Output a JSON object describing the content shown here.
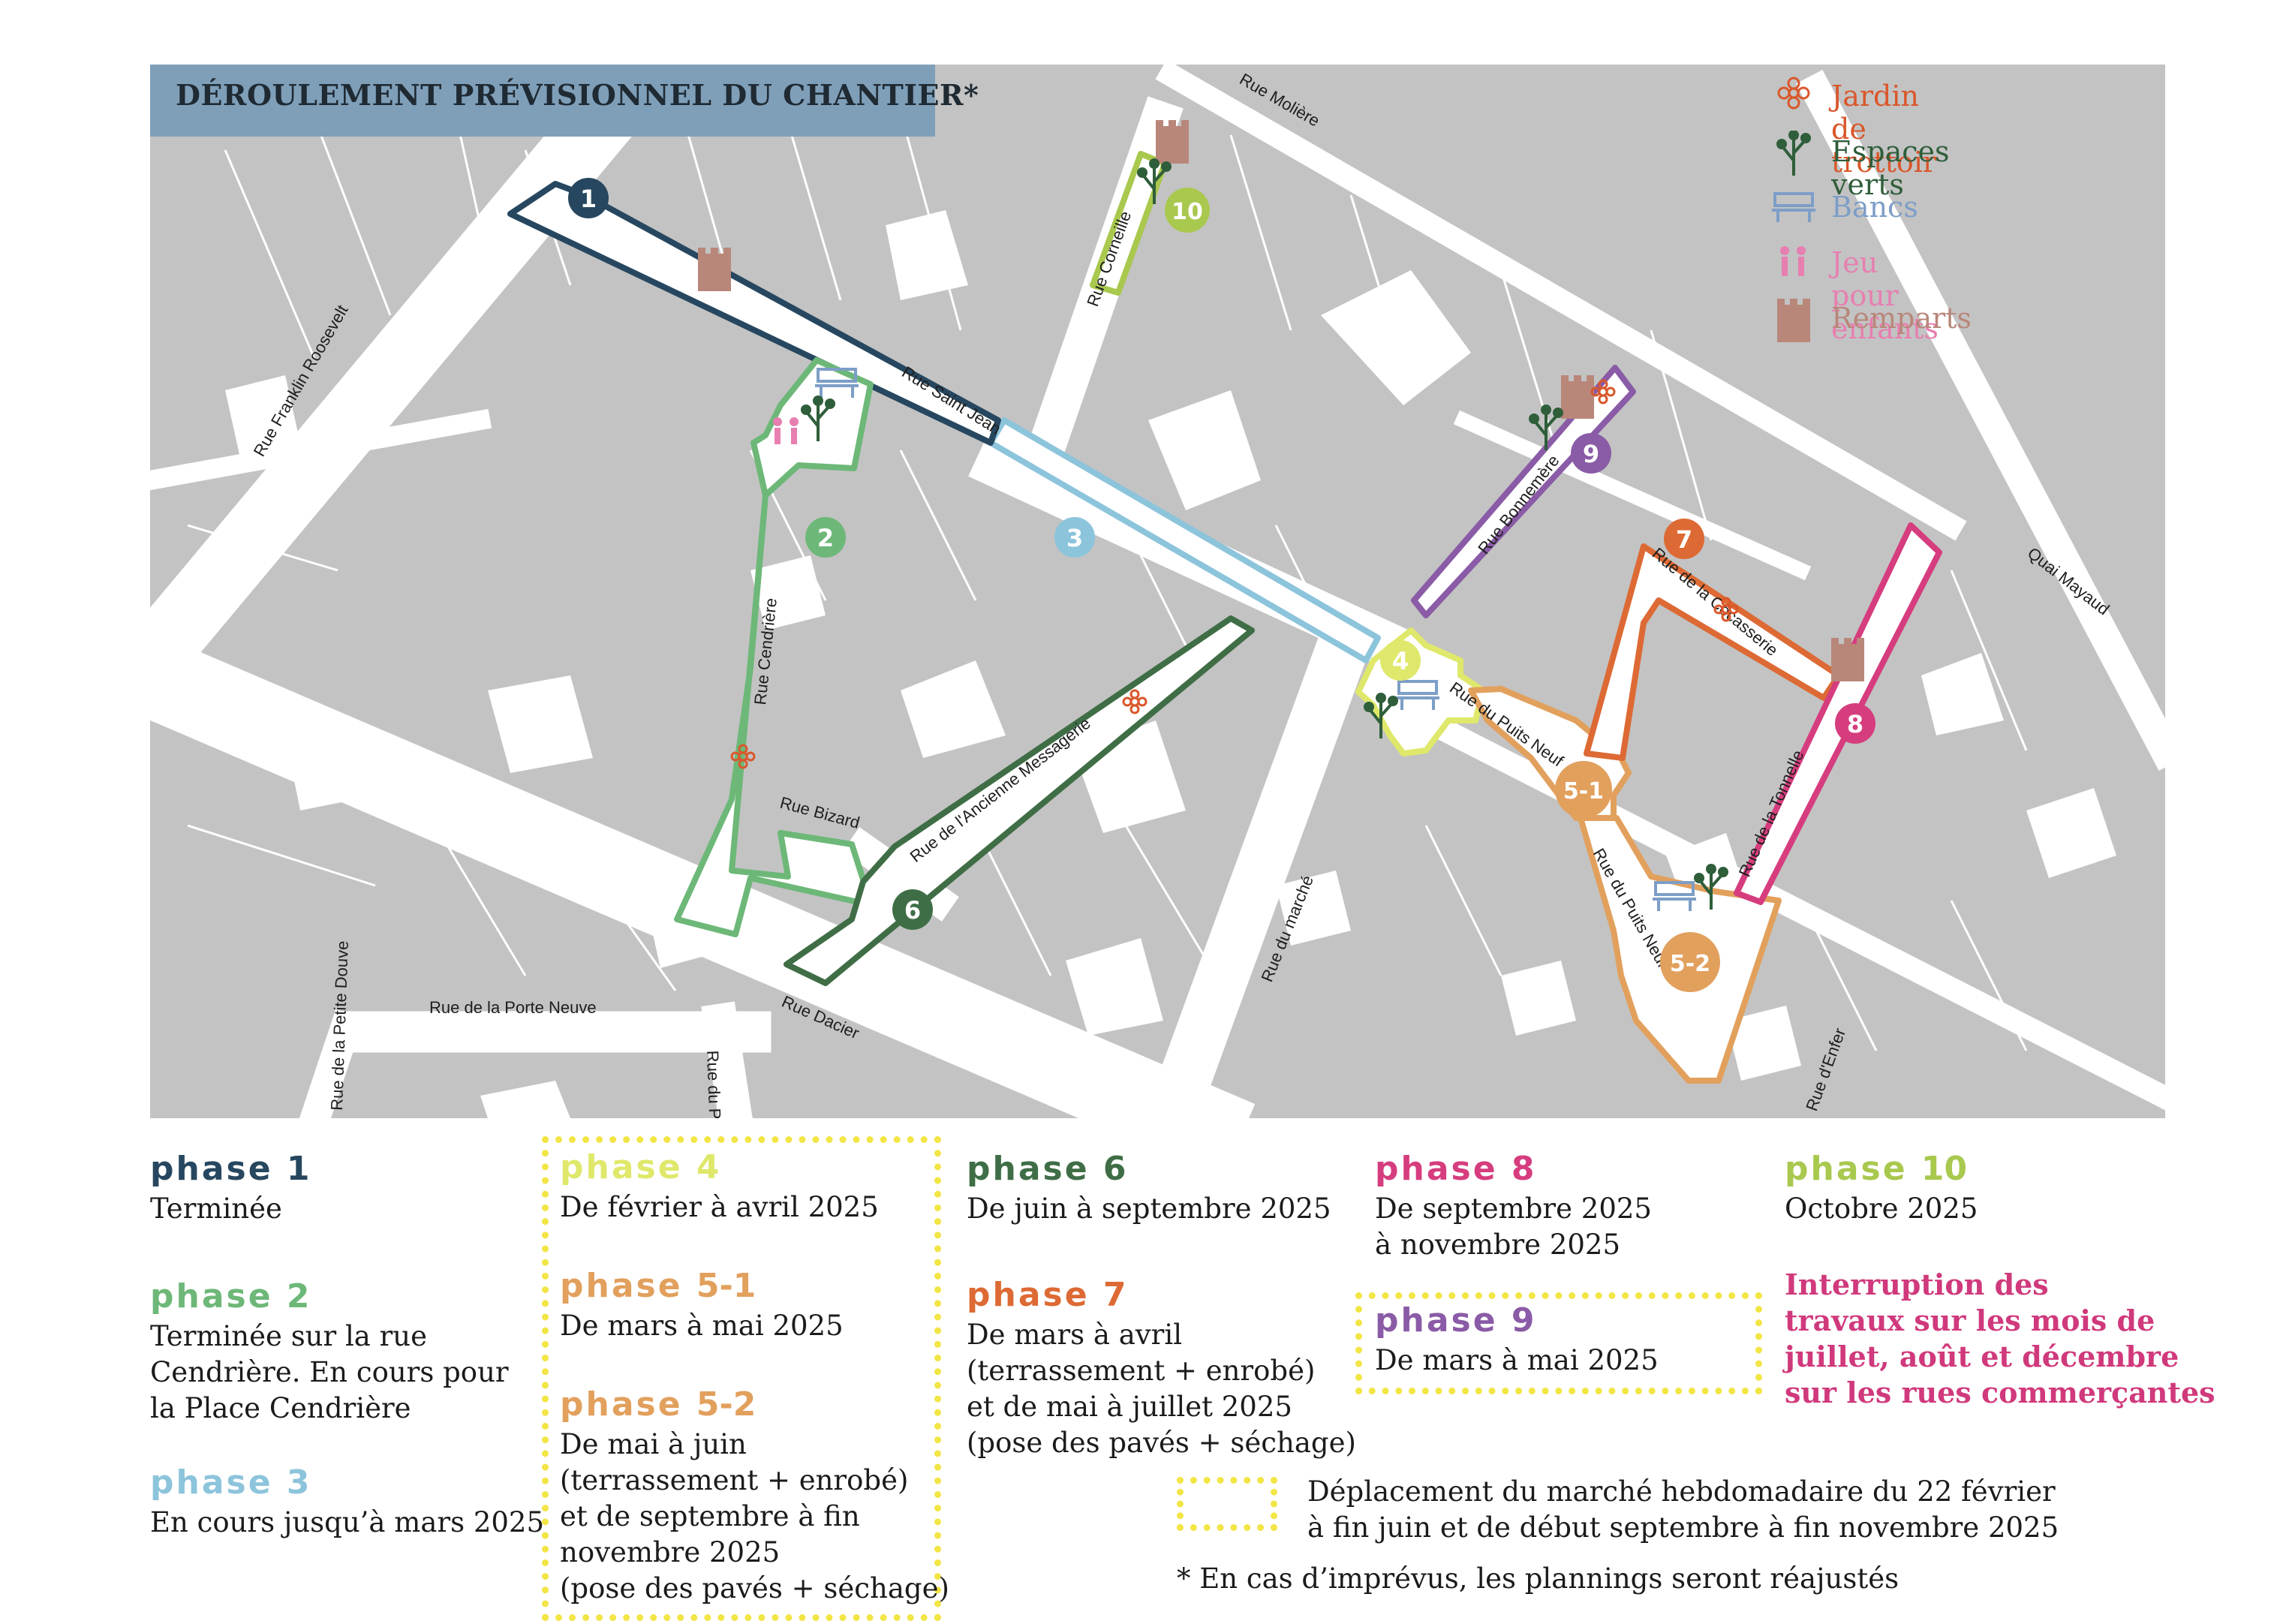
{
  "title": "DÉROULEMENT PRÉVISIONNEL DU CHANTIER*",
  "legend": [
    {
      "icon": "flower-icon",
      "label": "Jardin de trottoir",
      "color": "#d9572b"
    },
    {
      "icon": "tree-icon",
      "label": "Espaces verts",
      "color": "#2f5e3a"
    },
    {
      "icon": "bench-icon",
      "label": "Bancs",
      "color": "#7d9ec7"
    },
    {
      "icon": "children-icon",
      "label": "Jeu pour enfants",
      "color": "#e77fb0"
    },
    {
      "icon": "ramparts-icon",
      "label": "Remparts",
      "color": "#b8877a"
    }
  ],
  "colors": {
    "phase1": "#26475f",
    "phase2": "#6db878",
    "phase3": "#8cc4dc",
    "phase4": "#dfe86a",
    "phase5": "#e2a05d",
    "phase6": "#3f6e46",
    "phase7": "#dd6a34",
    "phase8": "#d63d7e",
    "phase9": "#8a5ba6",
    "phase10": "#a9c84e",
    "map_bg": "#c3c3c3",
    "buildings": "#ffffff"
  },
  "streets": {
    "franklin": "Rue Franklin Roosevelt",
    "moliere": "Rue Molière",
    "corneille": "Rue Corneille",
    "saint_jean": "Rue Saint Jean",
    "cendriere": "Rue Cendrière",
    "bizard": "Rue Bizard",
    "messagerie": "Rue de l'Ancienne Messagerie",
    "dacier": "Rue Dacier",
    "porte_neuve": "Rue de la Porte Neuve",
    "petite_douve": "Rue de la Petite Douve",
    "rue_du_p": "Rue du P",
    "marche": "Rue du marché",
    "puits_neuf_1": "Rue du Puits Neuf",
    "puits_neuf_2": "Rue du Puits Neuf",
    "bonnemere": "Rue Bonnemère",
    "cocasserie": "Rue de la Cocasserie",
    "tonnelle": "Rue de la Tonnelle",
    "enfer": "Rue d'Enfer",
    "quai_mayaud": "Quai Mayaud"
  },
  "badges": [
    "1",
    "2",
    "3",
    "4",
    "5-1",
    "5-2",
    "6",
    "7",
    "8",
    "9",
    "10"
  ],
  "phases": {
    "p1": {
      "word": "phase",
      "num": "1",
      "text": [
        "Terminée"
      ]
    },
    "p2": {
      "word": "phase",
      "num": "2",
      "text": [
        "Terminée sur la rue",
        "Cendrière. En cours pour",
        "la Place Cendrière"
      ]
    },
    "p3": {
      "word": "phase",
      "num": "3",
      "text": [
        "En cours jusqu’à mars 2025"
      ]
    },
    "p4": {
      "word": "phase",
      "num": "4",
      "text": [
        "De février à avril 2025"
      ]
    },
    "p51": {
      "word": "phase",
      "num": "5-1",
      "text": [
        "De mars à mai 2025"
      ]
    },
    "p52": {
      "word": "phase",
      "num": "5-2",
      "text": [
        "De mai à juin",
        "(terrassement + enrobé)",
        "et de septembre à fin",
        "novembre 2025",
        "(pose des pavés + séchage)"
      ]
    },
    "p6": {
      "word": "phase",
      "num": "6",
      "text": [
        "De juin à septembre 2025"
      ]
    },
    "p7": {
      "word": "phase",
      "num": "7",
      "text": [
        "De mars à avril",
        "(terrassement + enrobé)",
        "et de mai à juillet 2025",
        "(pose des pavés + séchage)"
      ]
    },
    "p8": {
      "word": "phase",
      "num": "8",
      "text": [
        "De septembre 2025",
        "à novembre 2025"
      ]
    },
    "p9": {
      "word": "phase",
      "num": "9",
      "text": [
        "De mars à mai 2025"
      ]
    },
    "p10": {
      "word": "phase",
      "num": "10",
      "text": [
        "Octobre 2025"
      ]
    }
  },
  "interruption": [
    "Interruption des",
    "travaux sur les mois de",
    "juillet, août et décembre",
    "sur les rues commerçantes"
  ],
  "market_note": [
    "Déplacement du marché hebdomadaire du 22 février",
    "à fin juin et de début septembre à fin novembre 2025"
  ],
  "footnote": "* En cas d’imprévus, les plannings seront réajustés"
}
